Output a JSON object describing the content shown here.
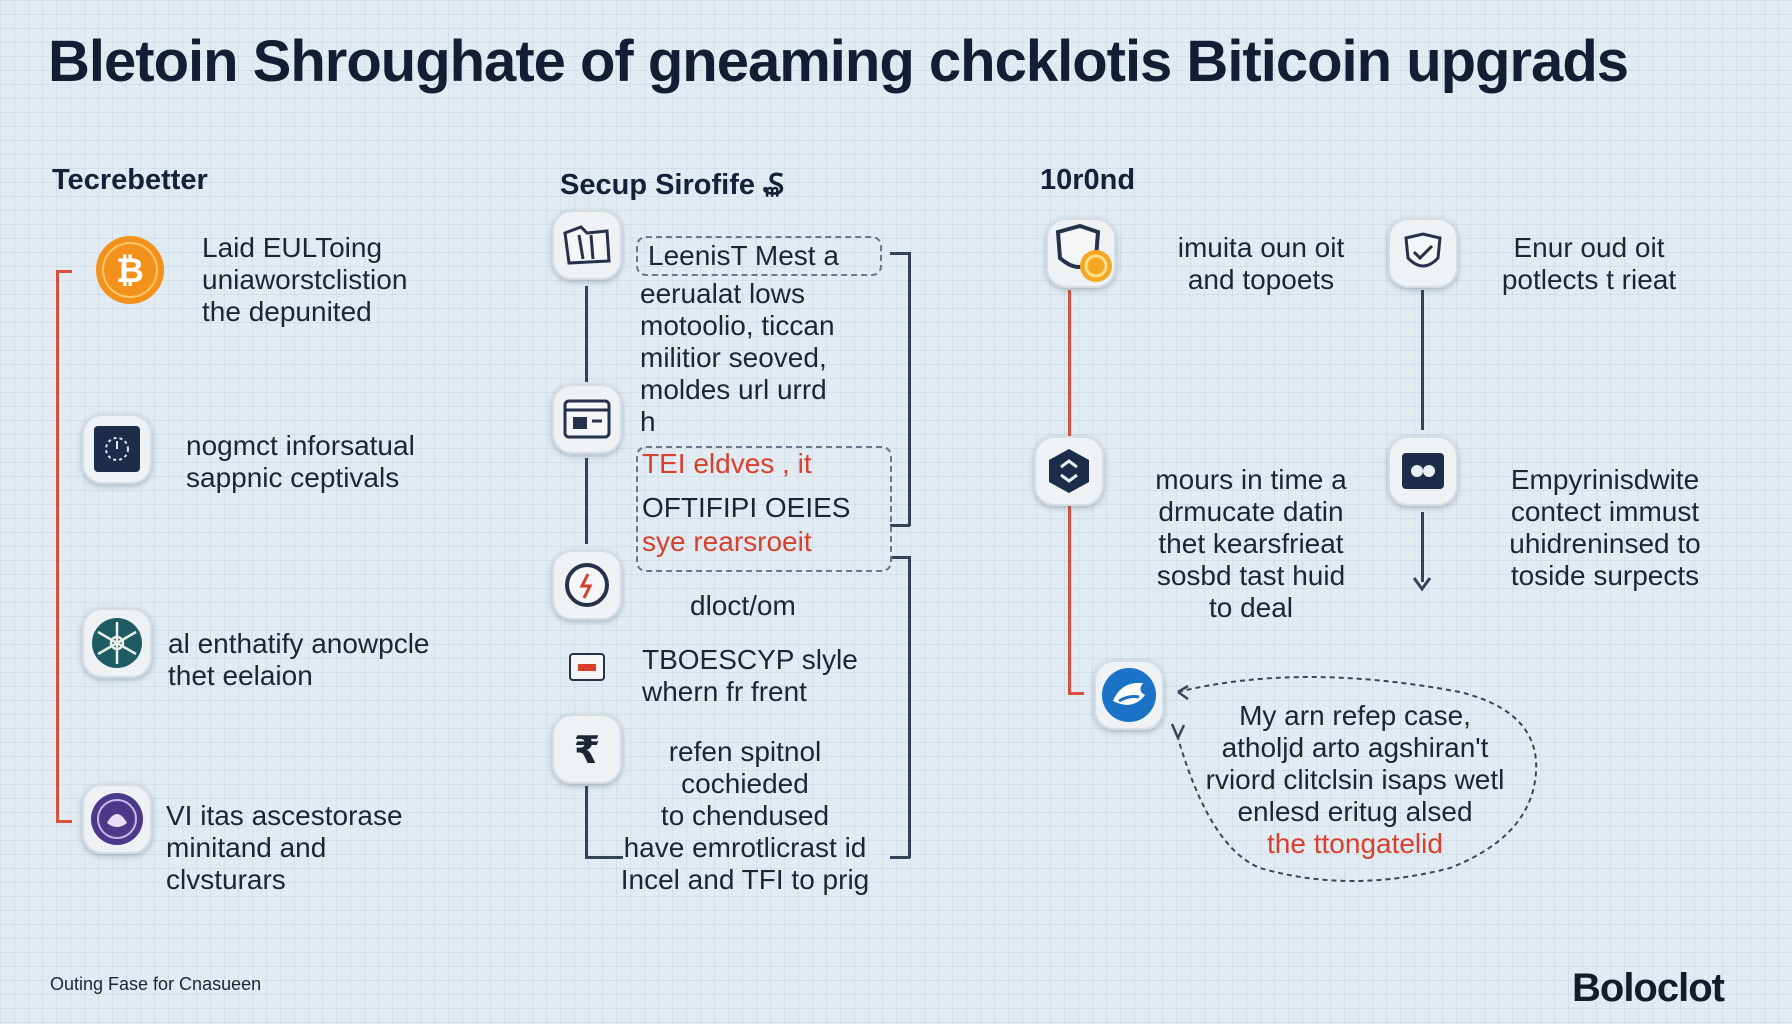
{
  "title": "Bletoin Shroughate of gneaming chcklotis Biticoin upgrads",
  "columns": [
    {
      "heading": "Tecrebetter",
      "items": [
        {
          "text": "Laid EULToing\nuniaworstclistion\nthe depunited",
          "icon": "bitcoin-icon"
        },
        {
          "text": "nogmct inforsatual\nsappnic ceptivals",
          "icon": "clock-screen-icon"
        },
        {
          "text": "al enthatify anowpcle\nthet eelaion",
          "icon": "snowflake-icon"
        },
        {
          "text": "VI  itas ascestorase\nminitand and\nclvsturars",
          "icon": "crest-icon"
        }
      ]
    },
    {
      "heading": "Secup Sirofife ₷",
      "items": [
        {
          "text": "LeenisT Mest a",
          "icon": "folder-icon"
        },
        {
          "text": "eerualat lows\nmotoolio, ticcan\nmilitior seoved,\nmoldes url urrd\nh",
          "icon": "terminal-icon"
        },
        {
          "text": "TEI eldves , it",
          "red": true
        },
        {
          "text": "OFTIFIPI OEIES"
        },
        {
          "text": "sye rearsroeit",
          "red": true
        },
        {
          "text": "dloct/om",
          "icon": "timer-icon"
        },
        {
          "text": "TBOESCYP slyle\nwhern fr frent",
          "icon": "card-icon"
        },
        {
          "text": "refen spitnol\ncochieded\nto chendused\nhave emrotlicrast id\nIncel and TFI to prig",
          "icon": "rupee-icon"
        }
      ]
    },
    {
      "heading": "10r0nd",
      "items": [
        {
          "text": "imuita oun oit\nand topoets",
          "icon": "shield-coin-icon"
        },
        {
          "text": "Enur oud oit\npotlects t rieat",
          "icon": "shield-check-icon"
        },
        {
          "text": "mours in time a\ndrmucate datin\nthet kearsfrieat\nsosbd tast huid\nto deal",
          "icon": "hexagon-icon"
        },
        {
          "text": "Empyrinisdwite\ncontect immust\nuhidreninsed to\ntoside surpects",
          "icon": "robot-icon"
        },
        {
          "text": "My arn refep case,\natholjd arto agshiran't\nrviord clitclsin isaps wetl\nenlesd eritug alsed",
          "icon": "bird-icon"
        },
        {
          "text": "the ttongatelid",
          "red": true
        }
      ]
    }
  ],
  "footer": {
    "left": "Outing Fase for Cnasueen",
    "brand": "Boloclot"
  },
  "colors": {
    "background": "#e2ebf1",
    "accent_red": "#d8402c",
    "bitcoin_orange": "#f2921c",
    "dark": "#15203a"
  }
}
